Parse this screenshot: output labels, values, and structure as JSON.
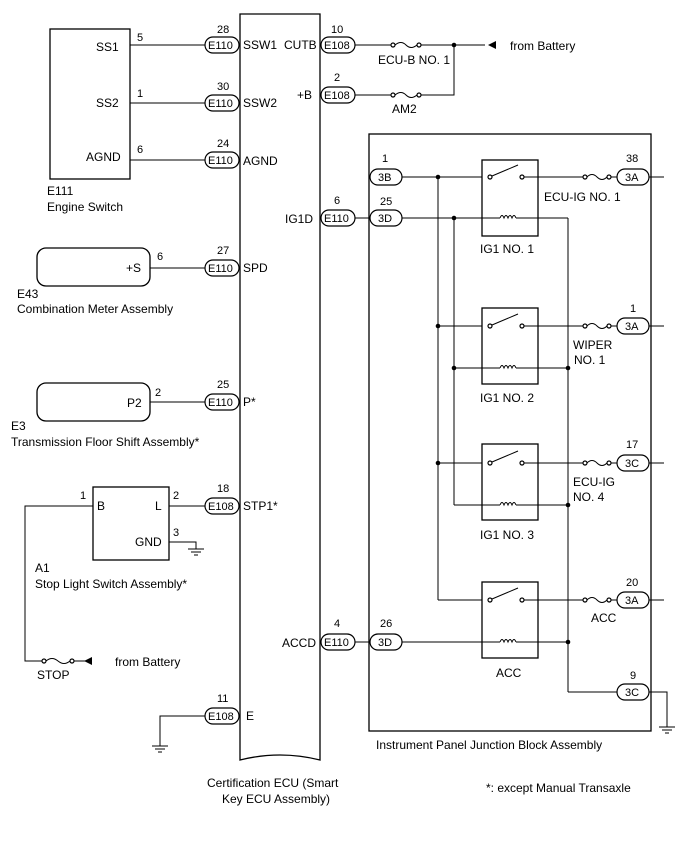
{
  "ecu": {
    "name_line1": "Certification ECU (Smart",
    "name_line2": "Key ECU Assembly)",
    "left_terminals": [
      "SSW1",
      "SSW2",
      "AGND",
      "SPD",
      "P*",
      "STP1*",
      "E"
    ],
    "right_terminals": [
      "CUTB",
      "+B",
      "IG1D",
      "ACCD"
    ]
  },
  "engine_switch": {
    "code": "E111",
    "name": "Engine Switch",
    "terminals": [
      "SS1",
      "SS2",
      "AGND"
    ],
    "pins": [
      "5",
      "1",
      "6"
    ]
  },
  "combination_meter": {
    "code": "E43",
    "name": "Combination Meter Assembly",
    "terminal": "+S",
    "pin": "6"
  },
  "transmission": {
    "code": "E3",
    "name": "Transmission Floor Shift Assembly*",
    "terminal": "P2",
    "pin": "2"
  },
  "stop_light": {
    "code": "A1",
    "name": "Stop Light Switch Assembly*",
    "terminals": [
      "B",
      "L",
      "GND"
    ],
    "pins": [
      "1",
      "2",
      "3"
    ],
    "fuse": "STOP",
    "source": "from Battery"
  },
  "connectors": [
    {
      "pin": "28",
      "code": "E110"
    },
    {
      "pin": "30",
      "code": "E110"
    },
    {
      "pin": "24",
      "code": "E110"
    },
    {
      "pin": "27",
      "code": "E110"
    },
    {
      "pin": "25",
      "code": "E110"
    },
    {
      "pin": "18",
      "code": "E108"
    },
    {
      "pin": "11",
      "code": "E108"
    },
    {
      "pin": "10",
      "code": "E108"
    },
    {
      "pin": "2",
      "code": "E108"
    },
    {
      "pin": "6",
      "code": "E110"
    },
    {
      "pin": "4",
      "code": "E110"
    }
  ],
  "fuses": {
    "ecub": "ECU-B NO. 1",
    "am2": "AM2",
    "battery": "from Battery"
  },
  "junction_block": {
    "name": "Instrument Panel Junction Block Assembly",
    "input_connectors": [
      {
        "pin": "1",
        "code": "3B"
      },
      {
        "pin": "25",
        "code": "3D"
      },
      {
        "pin": "26",
        "code": "3D"
      }
    ],
    "relays": [
      "IG1 NO. 1",
      "IG1 NO. 2",
      "IG1 NO. 3",
      "ACC"
    ],
    "outputs": [
      {
        "pin": "38",
        "code": "3A",
        "fuse": "ECU-IG NO. 1",
        "fuse_line2": ""
      },
      {
        "pin": "1",
        "code": "3A",
        "fuse": "WIPER",
        "fuse_line2": "NO. 1"
      },
      {
        "pin": "17",
        "code": "3C",
        "fuse": "ECU-IG",
        "fuse_line2": "NO. 4"
      },
      {
        "pin": "20",
        "code": "3A",
        "fuse": "ACC",
        "fuse_line2": ""
      },
      {
        "pin": "9",
        "code": "3C",
        "fuse": "",
        "fuse_line2": ""
      }
    ]
  },
  "footnote": "*: except Manual Transaxle"
}
